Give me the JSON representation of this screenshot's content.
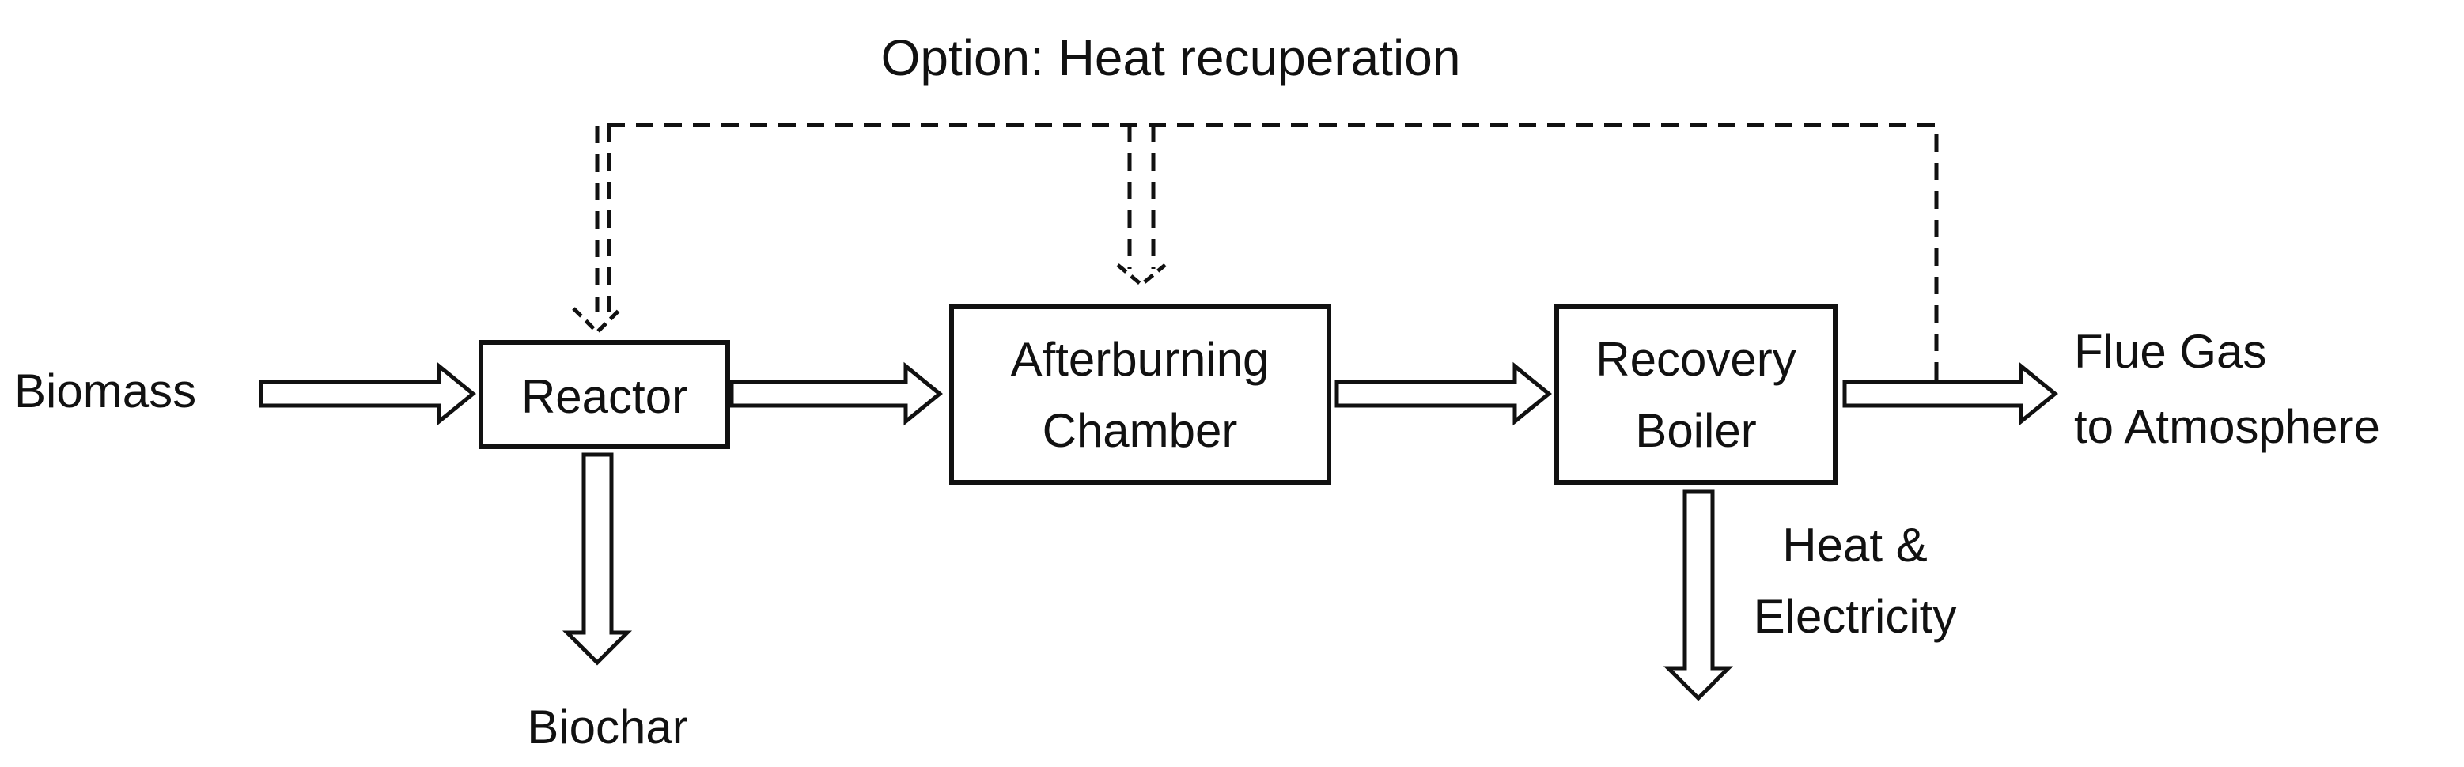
{
  "title": "Option: Heat recuperation",
  "inputs": {
    "biomass": "Biomass"
  },
  "blocks": {
    "reactor": "Reactor",
    "afterburning_line1": "Afterburning",
    "afterburning_line2": "Chamber",
    "boiler_line1": "Recovery",
    "boiler_line2": "Boiler"
  },
  "outputs": {
    "biochar": "Biochar",
    "heat_line1": "Heat &",
    "heat_line2": "Electricity",
    "flue_line1": "Flue Gas",
    "flue_line2": "to Atmosphere"
  },
  "colors": {
    "stroke": "#111111",
    "background": "#ffffff"
  }
}
